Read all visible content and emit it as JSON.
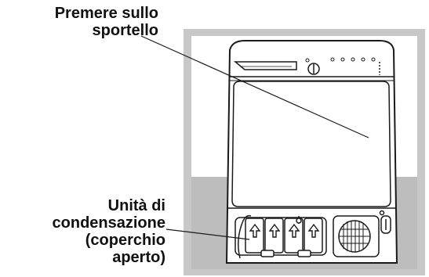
{
  "labels": {
    "door": [
      "Premere sullo",
      "sportello"
    ],
    "condenser": [
      "Unità di",
      "condensazione",
      "(coperchio",
      "aperto)"
    ]
  },
  "colors": {
    "frame": "#c8c8c8",
    "floor": "#bdbdbd",
    "outline": "#1a1a1a"
  },
  "icons": {
    "condenser-arrow": "up-arrow",
    "knob": "rotary-knob"
  }
}
